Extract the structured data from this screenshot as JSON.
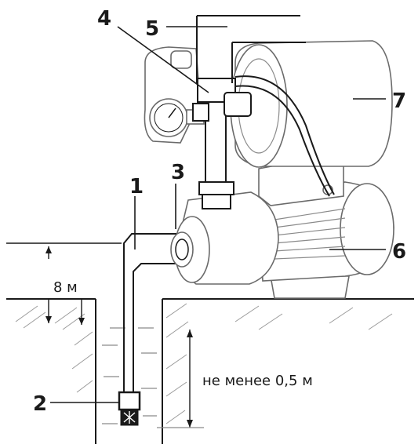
{
  "diagram": {
    "callouts": {
      "c1": "1",
      "c2": "2",
      "c3": "3",
      "c4": "4",
      "c5": "5",
      "c6": "6",
      "c7": "7"
    },
    "dimensions": {
      "suction_height": "8 м",
      "min_depth": "не менее 0,5 м"
    }
  }
}
